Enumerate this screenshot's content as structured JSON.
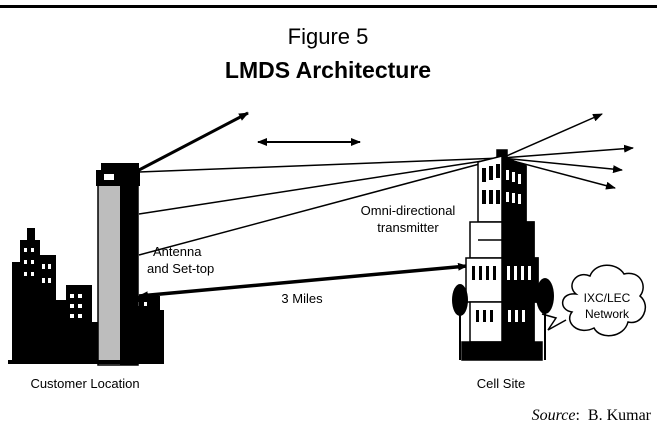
{
  "figure": {
    "number": "Figure 5",
    "title": "LMDS Architecture"
  },
  "labels": {
    "omni_line1": "Omni-directional",
    "omni_line2": "transmitter",
    "antenna_line1": "Antenna",
    "antenna_line2": "and Set-top",
    "distance": "3 Miles",
    "network_line1": "IXC/LEC",
    "network_line2": "Network",
    "customer_location": "Customer Location",
    "cell_site": "Cell Site"
  },
  "source": {
    "label": "Source",
    "separator": ":",
    "author": "B. Kumar"
  },
  "icons": [
    "city-skyline-icon",
    "tower-building-icon",
    "cell-site-building-icon",
    "tree-icon",
    "cloud-icon"
  ]
}
